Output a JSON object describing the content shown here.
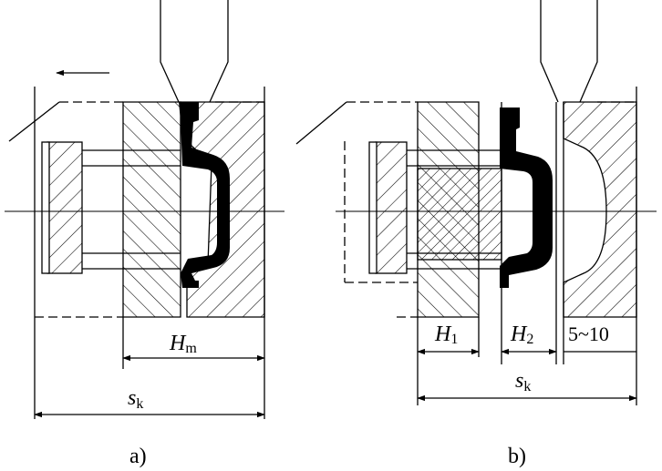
{
  "figure": {
    "panel_a": {
      "caption": "a)",
      "dim_mold_height": {
        "symbol": "H",
        "subscript": "m"
      },
      "dim_stroke": {
        "symbol": "s",
        "subscript": "k"
      }
    },
    "panel_b": {
      "caption": "b)",
      "dim_h1": {
        "symbol": "H",
        "subscript": "1"
      },
      "dim_h2": {
        "symbol": "H",
        "subscript": "2"
      },
      "dim_clearance": "5~10",
      "dim_stroke": {
        "symbol": "s",
        "subscript": "k"
      }
    }
  }
}
